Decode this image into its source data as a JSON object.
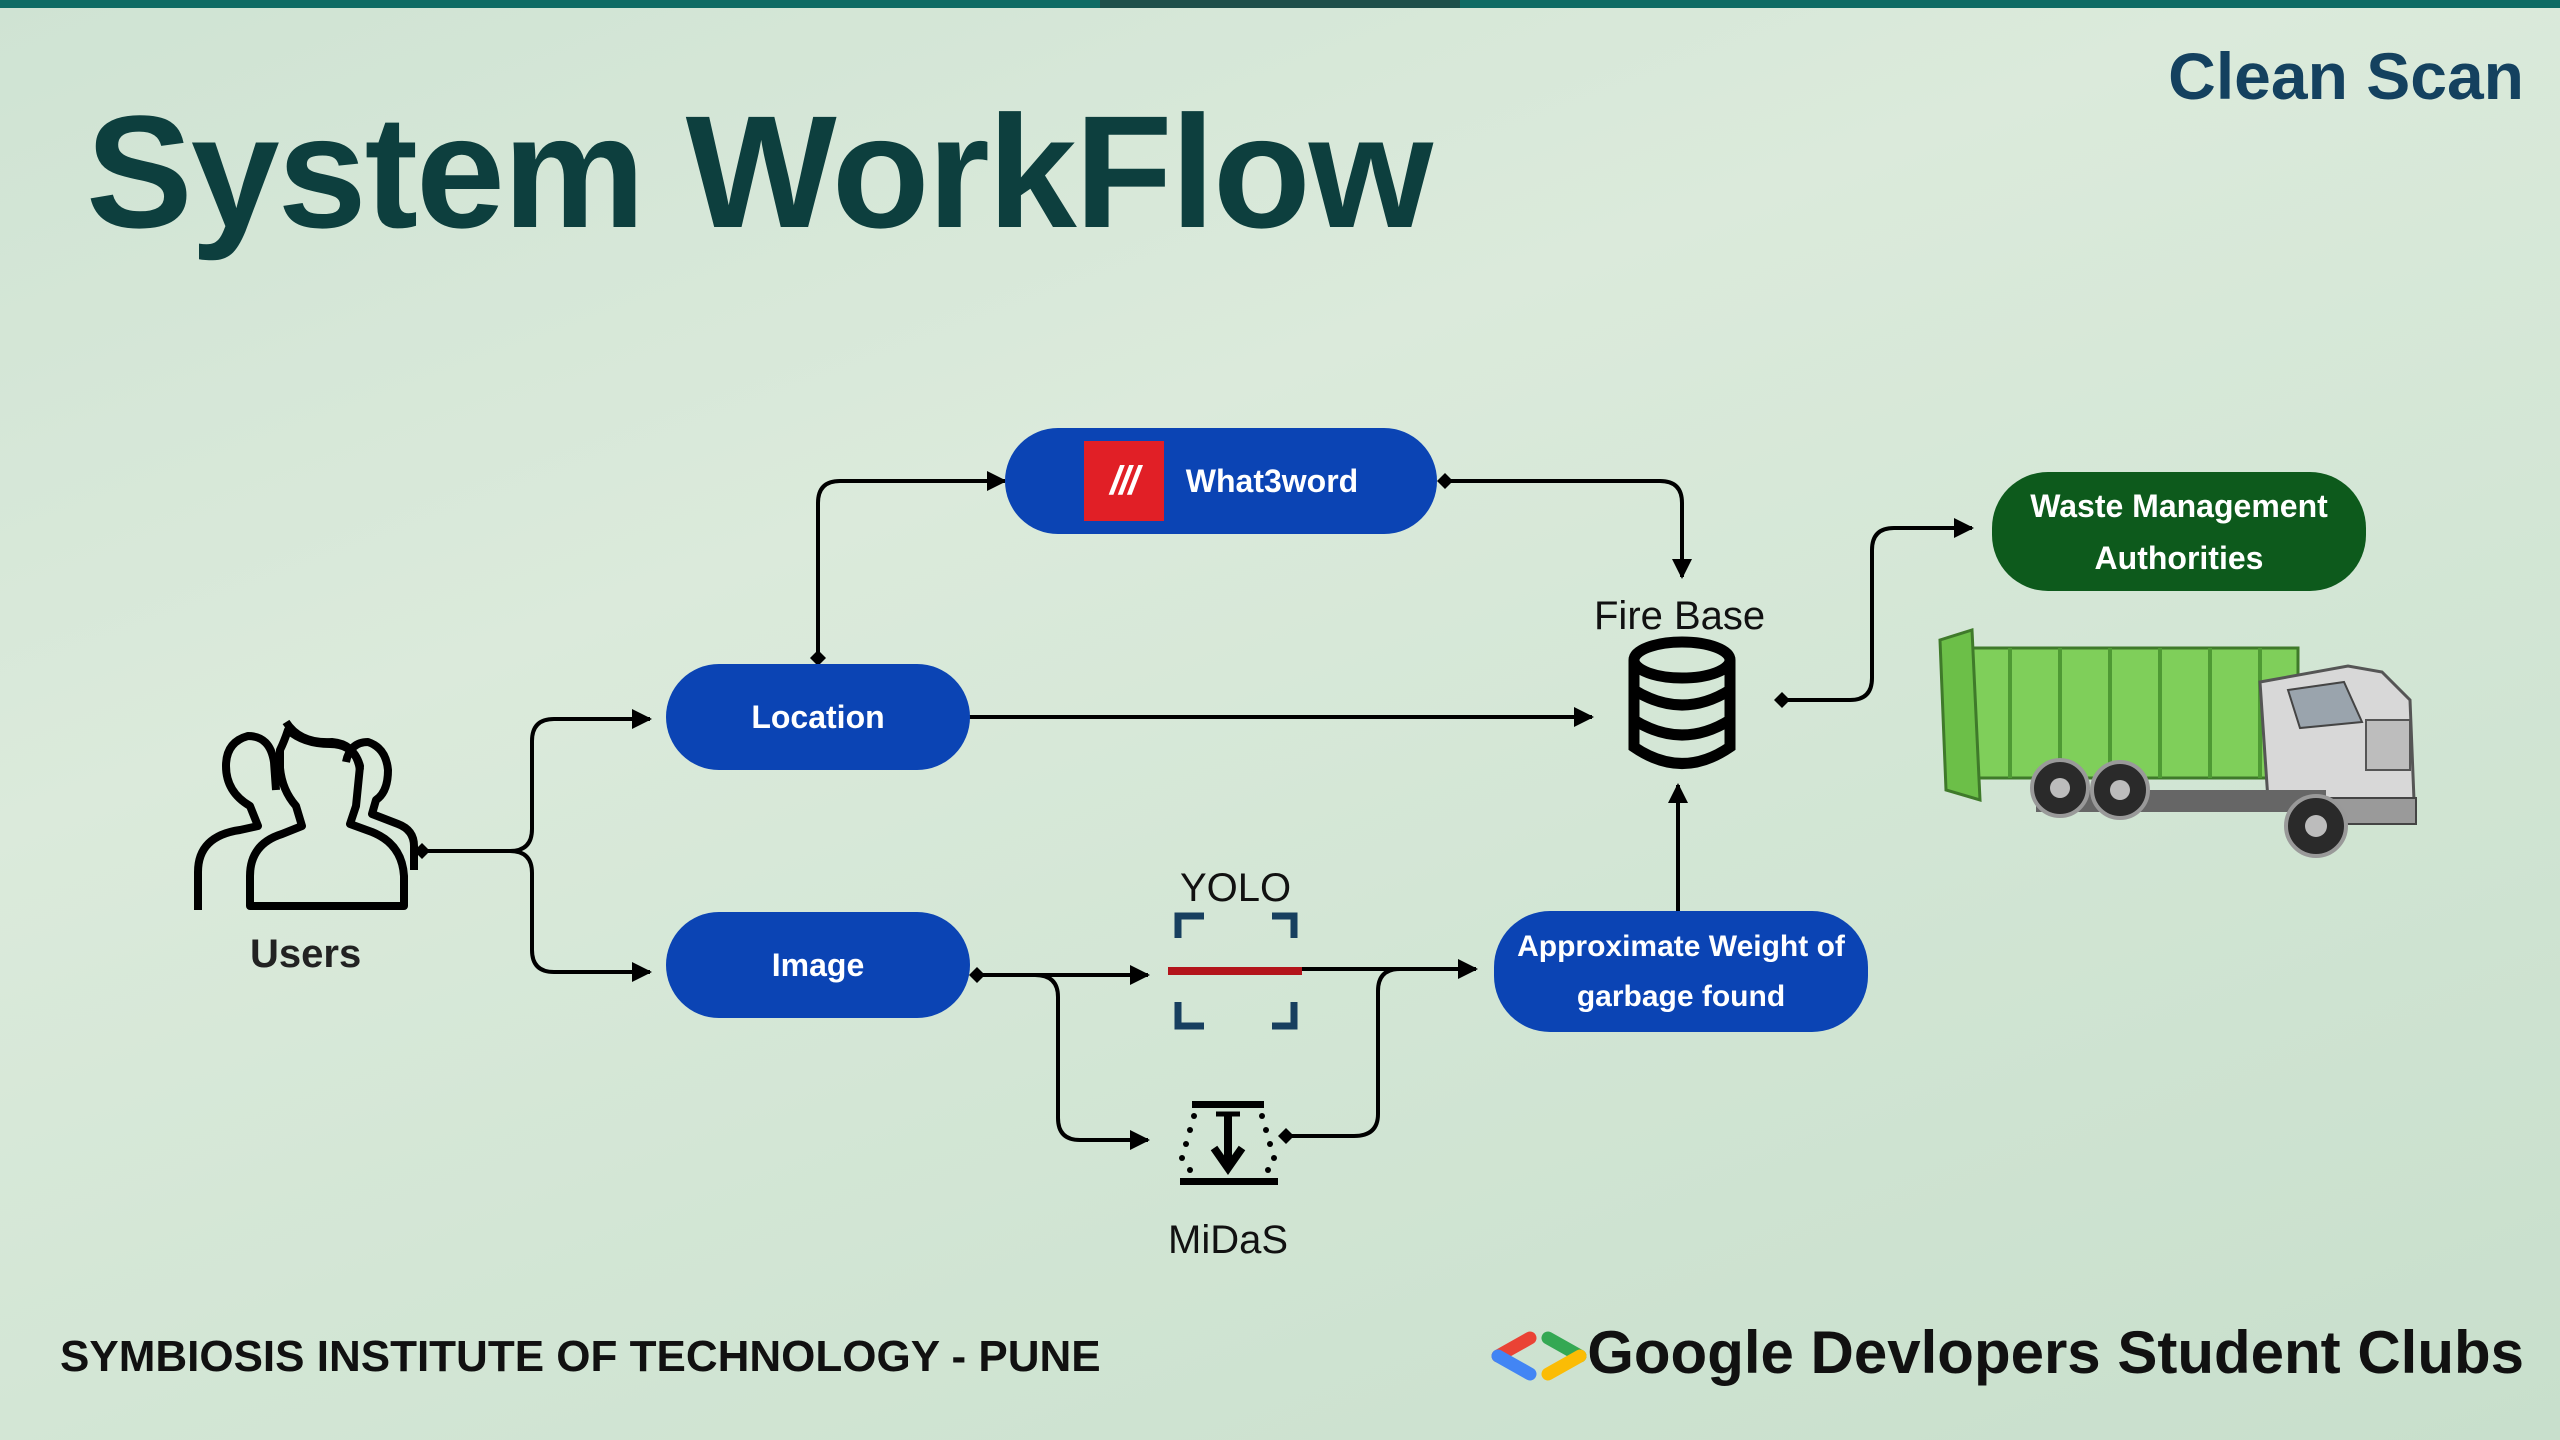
{
  "header": {
    "title": "System WorkFlow",
    "brand": "Clean Scan"
  },
  "nodes": {
    "users": "Users",
    "location": "Location",
    "image": "Image",
    "what3word": "What3word",
    "firebase": "Fire Base",
    "yolo": "YOLO",
    "midas": "MiDaS",
    "weight_line1": "Approximate Weight of",
    "weight_line2": "garbage found",
    "authorities_line1": "Waste Management",
    "authorities_line2": "Authorities"
  },
  "footer": {
    "institute": "SYMBIOSIS INSTITUTE OF TECHNOLOGY - PUNE",
    "clubs": "Google Devlopers Student Clubs"
  },
  "colors": {
    "pill_blue": "#0b44b4",
    "pill_green": "#0d5a1c",
    "title": "#0d3f3e",
    "brand": "#14415f",
    "what3words_red": "#e11f26",
    "yolo_line": "#b3141b",
    "truck_body": "#7fcf5a"
  },
  "icons": [
    "users-icon",
    "what3words-logo-icon",
    "database-icon",
    "scan-icon",
    "depth-icon",
    "garbage-truck-icon",
    "gdsc-logo-icon"
  ]
}
